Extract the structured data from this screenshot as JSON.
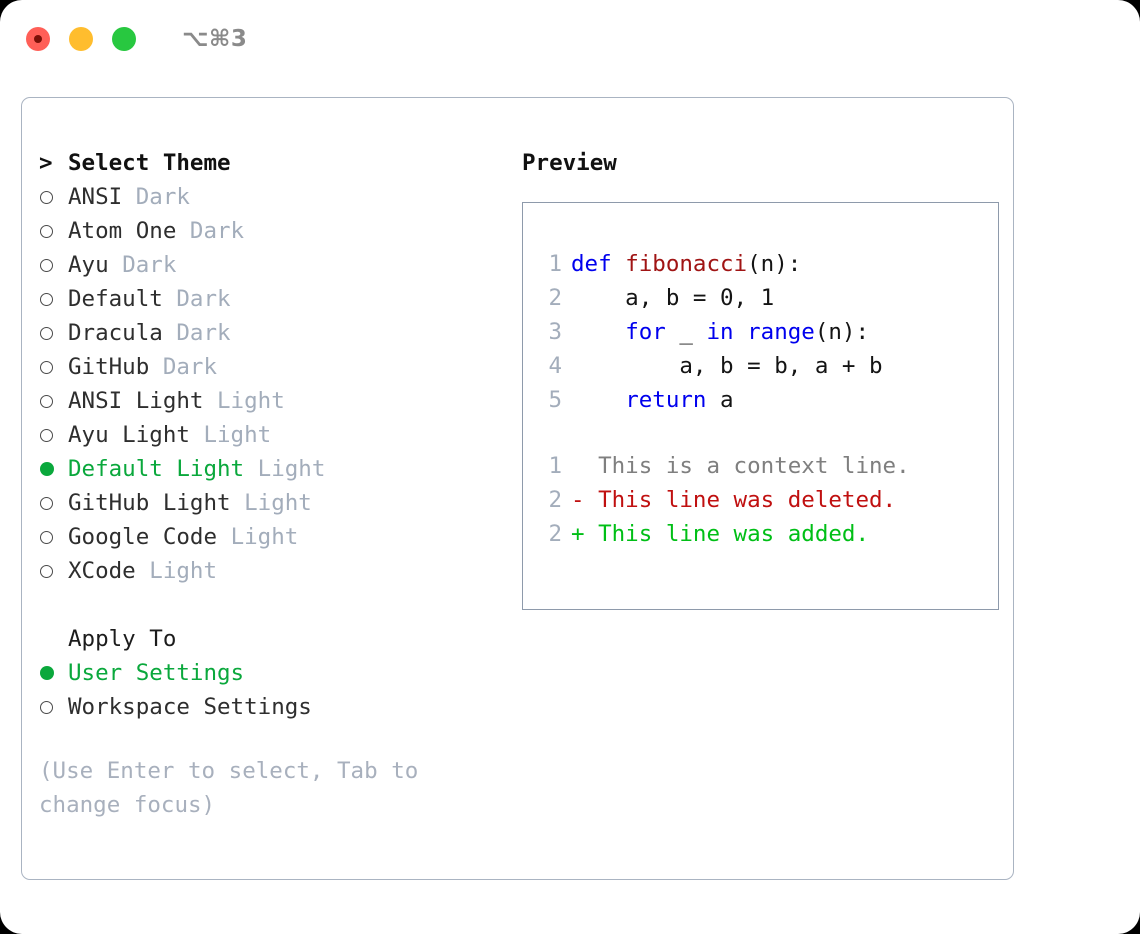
{
  "titlebar": {
    "buttons": [
      {
        "name": "close",
        "color": "#ff5f57"
      },
      {
        "name": "minimize",
        "color": "#ffbd2e"
      },
      {
        "name": "maximize",
        "color": "#28c840"
      }
    ],
    "shortcut": "⌥⌘3"
  },
  "theme_list": {
    "header_caret": ">",
    "header": "Select Theme",
    "items": [
      {
        "marker": "o",
        "label": "ANSI",
        "tag": "Dark",
        "selected": false
      },
      {
        "marker": "o",
        "label": "Atom One",
        "tag": "Dark",
        "selected": false
      },
      {
        "marker": "o",
        "label": "Ayu",
        "tag": "Dark",
        "selected": false
      },
      {
        "marker": "o",
        "label": "Default",
        "tag": "Dark",
        "selected": false
      },
      {
        "marker": "o",
        "label": "Dracula",
        "tag": "Dark",
        "selected": false
      },
      {
        "marker": "o",
        "label": "GitHub",
        "tag": "Dark",
        "selected": false
      },
      {
        "marker": "o",
        "label": "ANSI Light",
        "tag": "Light",
        "selected": false
      },
      {
        "marker": "o",
        "label": "Ayu Light",
        "tag": "Light",
        "selected": false
      },
      {
        "marker": "●",
        "label": "Default Light",
        "tag": "Light",
        "selected": true
      },
      {
        "marker": "o",
        "label": "GitHub Light",
        "tag": "Light",
        "selected": false
      },
      {
        "marker": "o",
        "label": "Google Code",
        "tag": "Light",
        "selected": false
      },
      {
        "marker": "o",
        "label": "XCode",
        "tag": "Light",
        "selected": false
      }
    ]
  },
  "apply_to": {
    "header": "Apply To",
    "items": [
      {
        "marker": "●",
        "label": "User Settings",
        "selected": true
      },
      {
        "marker": "o",
        "label": "Workspace Settings",
        "selected": false
      }
    ]
  },
  "hint": "(Use Enter to select, Tab to change focus)",
  "preview": {
    "title": "Preview",
    "code_lines": [
      {
        "no": "1",
        "tokens": [
          {
            "t": "def",
            "c": "kw"
          },
          {
            "t": " ",
            "c": "txt"
          },
          {
            "t": "fibonacci",
            "c": "fn"
          },
          {
            "t": "(n):",
            "c": "txt"
          }
        ]
      },
      {
        "no": "2",
        "tokens": [
          {
            "t": "    a, b = 0, 1",
            "c": "txt"
          }
        ]
      },
      {
        "no": "3",
        "tokens": [
          {
            "t": "    ",
            "c": "txt"
          },
          {
            "t": "for",
            "c": "kw"
          },
          {
            "t": " _ ",
            "c": "txt"
          },
          {
            "t": "in",
            "c": "kw"
          },
          {
            "t": " ",
            "c": "txt"
          },
          {
            "t": "range",
            "c": "kw"
          },
          {
            "t": "(n):",
            "c": "txt"
          }
        ]
      },
      {
        "no": "4",
        "tokens": [
          {
            "t": "        a, b = b, a + b",
            "c": "txt"
          }
        ]
      },
      {
        "no": "5",
        "tokens": [
          {
            "t": "    ",
            "c": "txt"
          },
          {
            "t": "return",
            "c": "kw"
          },
          {
            "t": " a",
            "c": "txt"
          }
        ]
      }
    ],
    "diff_lines": [
      {
        "no": "1",
        "text": "  This is a context line.",
        "kind": "ctx"
      },
      {
        "no": "2",
        "text": "- This line was deleted.",
        "kind": "del"
      },
      {
        "no": "2",
        "text": "+ This line was added.",
        "kind": "add"
      }
    ]
  },
  "colors": {
    "accent_green": "#0aa83c",
    "muted_gray": "#a3adbb",
    "hint_gray": "#a8b0bd",
    "keyword_blue": "#0000ee",
    "function_red": "#a01414",
    "diff_del": "#c01010",
    "diff_add": "#00bf16",
    "border": "#aab4c2"
  }
}
